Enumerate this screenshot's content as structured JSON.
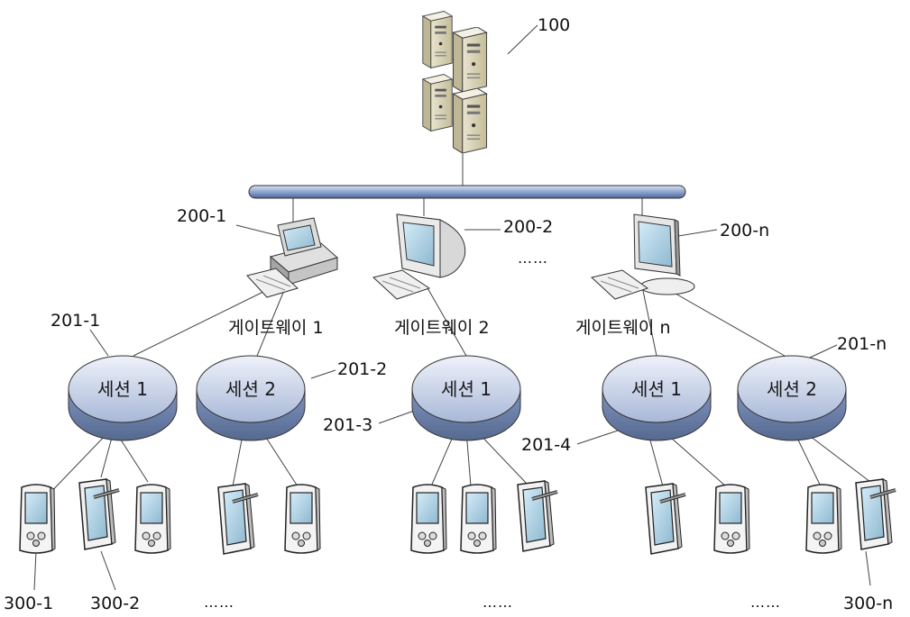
{
  "server": {
    "label": "100"
  },
  "gateways": [
    {
      "id": "200-1",
      "name": "게이트웨이 1"
    },
    {
      "id": "200-2",
      "name": "게이트웨이 2"
    },
    {
      "id": "200-n",
      "name": "게이트웨이 n"
    }
  ],
  "sessions": [
    {
      "id": "201-1",
      "label": "세션 1"
    },
    {
      "id": "201-2",
      "label": "세션 2"
    },
    {
      "id": "201-3",
      "label": "세션 1"
    },
    {
      "id": "201-4",
      "label": "세션 1"
    },
    {
      "id": "201-n",
      "label": "세션 2"
    }
  ],
  "devices": {
    "first": "300-1",
    "second": "300-2",
    "last": "300-n"
  },
  "ellipsis": "……"
}
